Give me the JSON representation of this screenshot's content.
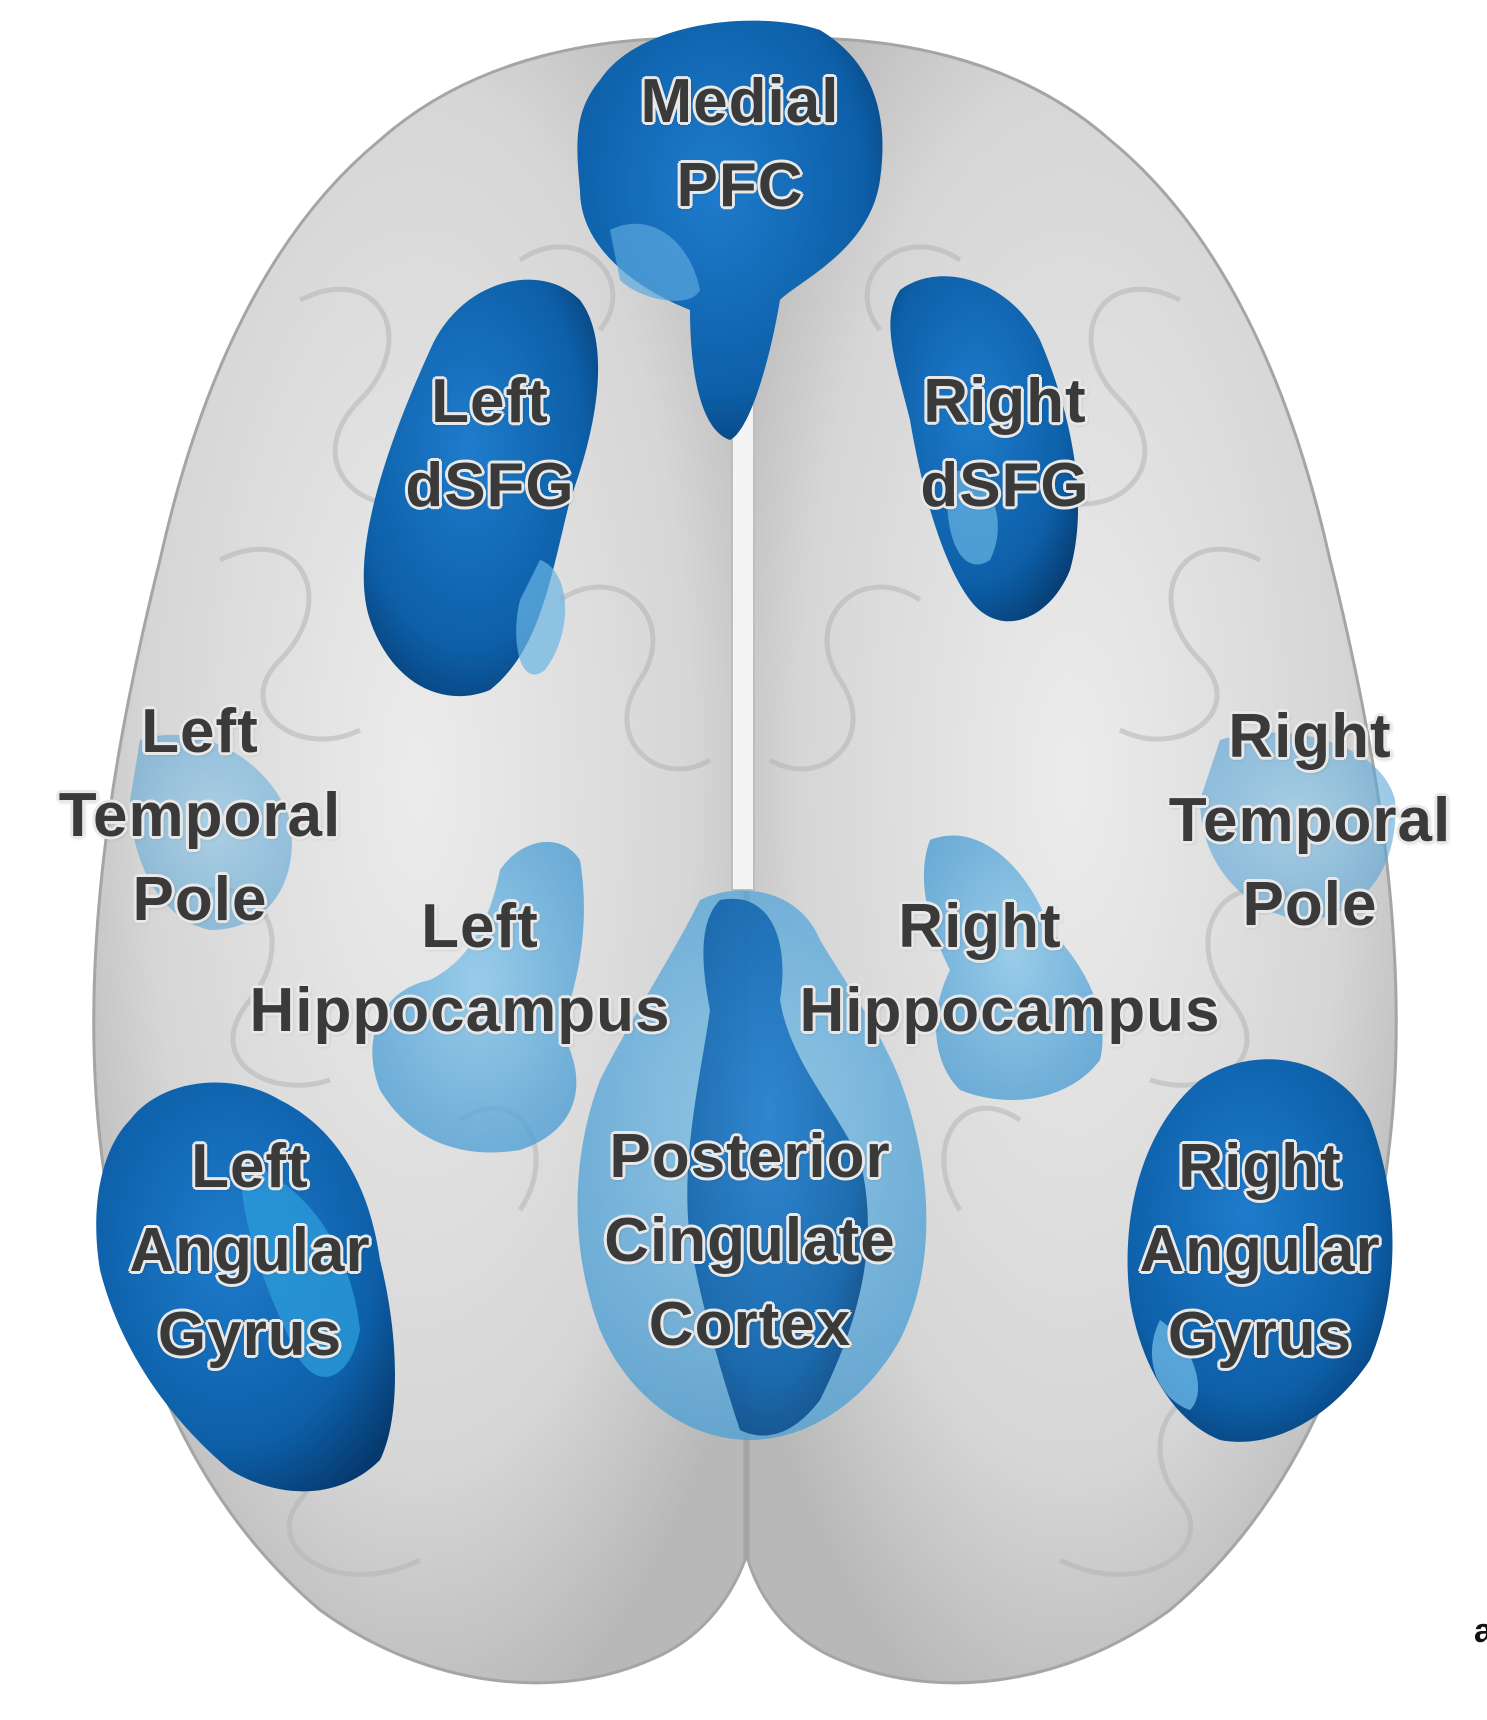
{
  "colors": {
    "brain_fill": "#d9d9d9",
    "brain_stroke": "#9a9a9a",
    "region_dark": "#0b4f8c",
    "region_mid": "#1f77c2",
    "region_light": "#5fb0e0",
    "label_text": "#3a3a3a"
  },
  "regions": {
    "medial_pfc": [
      "Medial",
      "PFC"
    ],
    "left_dsfg": [
      "Left",
      "dSFG"
    ],
    "right_dsfg": [
      "Right",
      "dSFG"
    ],
    "left_temporal_pole": [
      "Left",
      "Temporal",
      "Pole"
    ],
    "right_temporal_pole": [
      "Right",
      "Temporal",
      "Pole"
    ],
    "left_hippocampus": [
      "Left",
      "Hippocampus"
    ],
    "right_hippocampus": [
      "Right",
      "Hippocampus"
    ],
    "posterior_cingulate_cortex": [
      "Posterior",
      "Cingulate",
      "Cortex"
    ],
    "left_angular_gyrus": [
      "Left",
      "Angular",
      "Gyrus"
    ],
    "right_angular_gyrus": [
      "Right",
      "Angular",
      "Gyrus"
    ]
  },
  "edge_mark": "a"
}
